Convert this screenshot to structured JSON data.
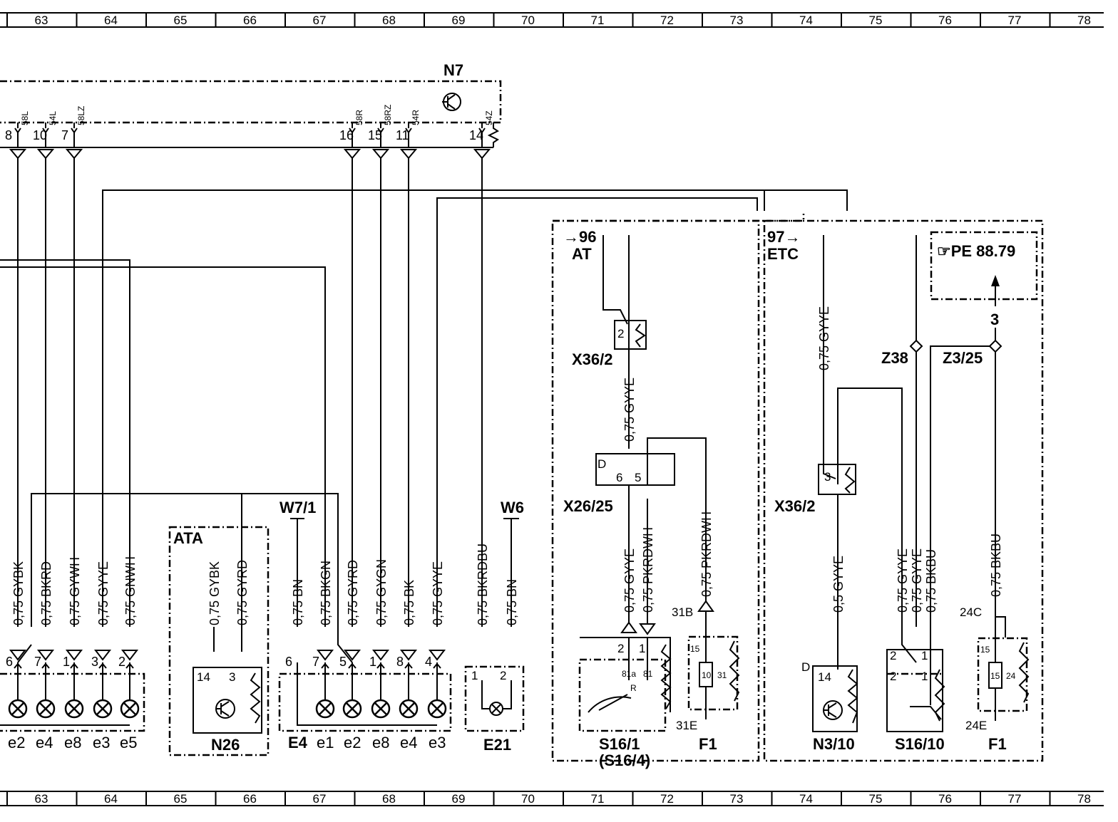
{
  "ruler": {
    "columns": [
      "63",
      "64",
      "65",
      "66",
      "67",
      "68",
      "69",
      "70",
      "71",
      "72",
      "73",
      "74",
      "75",
      "76",
      "77",
      "78"
    ]
  },
  "modules": {
    "n7": {
      "label": "N7",
      "pins": [
        "8",
        "10",
        "7",
        "16",
        "15",
        "11",
        "14"
      ],
      "pin_names": [
        "58L",
        "54L",
        "58LZ",
        "58R",
        "58RZ",
        "54R",
        "54Z"
      ]
    },
    "n26": {
      "label": "N26",
      "box_label": "ATA",
      "pins": [
        "14",
        "3"
      ]
    },
    "e4": {
      "label": "E4",
      "sub": [
        "e1",
        "e2",
        "e8",
        "e4",
        "e3"
      ],
      "pins": [
        "6",
        "7",
        "5",
        "1",
        "8",
        "4"
      ]
    },
    "e21": {
      "label": "E21",
      "pins": [
        "1",
        "2"
      ]
    },
    "left_lamps": {
      "sub": [
        "e2",
        "e4",
        "e8",
        "e3",
        "e5"
      ],
      "pins": [
        "6",
        "7",
        "1",
        "3",
        "2"
      ]
    },
    "w7_1": {
      "label": "W7/1"
    },
    "w6": {
      "label": "W6"
    },
    "at_box": {
      "ref": "96",
      "label": "AT"
    },
    "etc_box": {
      "ref": "97",
      "label": "ETC"
    },
    "x36_2_a": {
      "label": "X36/2",
      "pin": "2"
    },
    "x36_2_b": {
      "label": "X36/2",
      "pin": "3"
    },
    "x26_25": {
      "label": "X26/25",
      "pins": [
        "6",
        "5"
      ],
      "tag": "D"
    },
    "s16_1": {
      "label": "S16/1",
      "label2": "(S16/4)",
      "pins": [
        "2",
        "1"
      ],
      "inner": [
        "81a",
        "81"
      ],
      "r": "R"
    },
    "f1_a": {
      "label": "F1",
      "top": "31B",
      "bottom": "31E",
      "pins": [
        "15",
        "10",
        "31"
      ]
    },
    "f1_b": {
      "label": "F1",
      "top": "24C",
      "bottom": "24E",
      "pins": [
        "15",
        "15",
        "24"
      ]
    },
    "n3_10": {
      "label": "N3/10",
      "pin": "14",
      "tag": "D"
    },
    "s16_10": {
      "label": "S16/10",
      "pins": [
        "2",
        "1",
        "2",
        "1"
      ]
    },
    "z38": {
      "label": "Z38"
    },
    "z3_25": {
      "label": "Z3/25"
    },
    "pe_ref": {
      "text": "☞PE  88.79",
      "arrow_label": "3"
    }
  },
  "wires": {
    "n7_left": [
      "0,75  GYBK",
      "0,75  BKRD",
      "0,75  GYWH",
      "0,75  GYYE",
      "0,75  GNWH"
    ],
    "n26": [
      "0,75  GYBK",
      "0,75  GYRD"
    ],
    "e4": [
      "0,75  BN",
      "0,75  BKGN",
      "0,75  GYRD",
      "0,75  GYGN",
      "0,75  BK",
      "0,75  GYYE"
    ],
    "e21": [
      "0,75  BKRDBU",
      "0,75  BN"
    ],
    "at": [
      "0,75  GYYE",
      "0,75  GYYE",
      "0,75  PKRDWH",
      "0,75  PKRDWH",
      "0,75  PKRDWH"
    ],
    "etc": [
      "0,75  GYYE",
      "0,5  GYYE",
      "0,75  GYYE",
      "0,75  GYYE",
      "0,75  BKBU",
      "0,75  BKBU"
    ]
  }
}
